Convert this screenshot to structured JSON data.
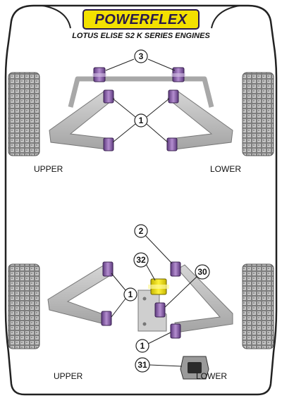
{
  "brand": {
    "name": "POWERFLEX",
    "subtitle": "LOTUS ELISE S2 K SERIES ENGINES"
  },
  "labels": {
    "front_upper": "UPPER",
    "front_lower": "LOWER",
    "rear_upper": "UPPER",
    "rear_lower": "LOWER"
  },
  "callouts": {
    "front_antiroll": "3",
    "front_wishbone": "1",
    "rear_toe": "2",
    "rear_engine_mount": "32",
    "rear_bracket": "30",
    "rear_wishbone_left": "1",
    "rear_wishbone_right": "1",
    "rear_gearbox": "31"
  },
  "colors": {
    "bush_purple": "#9a6fb6",
    "bush_yellow": "#f2e200",
    "arm_grey": "#b9b9b9",
    "tyre_grey": "#8a8a8a",
    "logo_yellow": "#f3e000"
  }
}
